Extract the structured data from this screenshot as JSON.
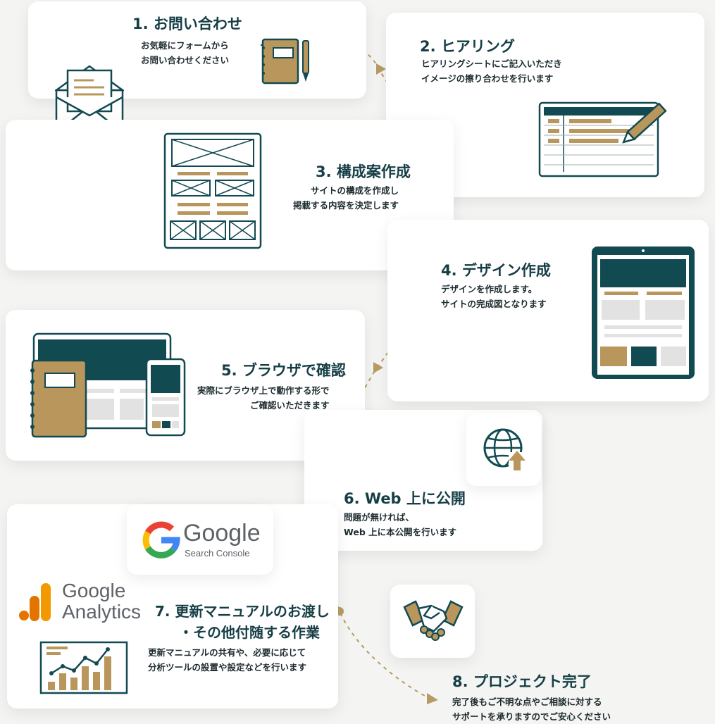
{
  "colors": {
    "teal": "#124a52",
    "gold": "#b9975c",
    "dot": "#b89b64",
    "bg": "#f4f4f2"
  },
  "steps": [
    {
      "title": "1. お問い合わせ",
      "lines": [
        "お気軽にフォームから",
        "お問い合わせください"
      ]
    },
    {
      "title": "2. ヒアリング",
      "lines": [
        "ヒアリングシートにご記入いただき",
        "イメージの擦り合わせを行います"
      ]
    },
    {
      "title": "3. 構成案作成",
      "lines": [
        "サイトの構成を作成し",
        "掲載する内容を決定します"
      ]
    },
    {
      "title": "4. デザイン作成",
      "lines": [
        "デザインを作成します。",
        "サイトの完成図となります"
      ]
    },
    {
      "title": "5. ブラウザで確認",
      "lines": [
        "実際にブラウザ上で動作する形で",
        "ご確認いただきます"
      ]
    },
    {
      "title": "6. Web 上に公開",
      "lines": [
        "問題が無ければ、",
        "Web 上に本公開を行います"
      ]
    },
    {
      "title": "7. 更新マニュアルのお渡し",
      "title2": "・その他付随する作業",
      "lines": [
        "更新マニュアルの共有や、必要に応じて",
        "分析ツールの設置や設定などを行います"
      ]
    },
    {
      "title": "8. プロジェクト完了",
      "lines": [
        "完了後もご不明な点やご相談に対する",
        "サポートを承りますのでご安心ください"
      ]
    }
  ],
  "logos": {
    "google_word": "Google",
    "search_console": "Search Console",
    "analytics_word1": "Google",
    "analytics_word2": "Analytics"
  },
  "icons": [
    "envelope-icon",
    "notebook-pen-icon",
    "form-sheet-pencil-icon",
    "wireframe-icon",
    "tablet-icon",
    "devices-icon",
    "globe-upload-icon",
    "search-console-logo",
    "analytics-logo",
    "chart-icon",
    "handshake-icon"
  ]
}
